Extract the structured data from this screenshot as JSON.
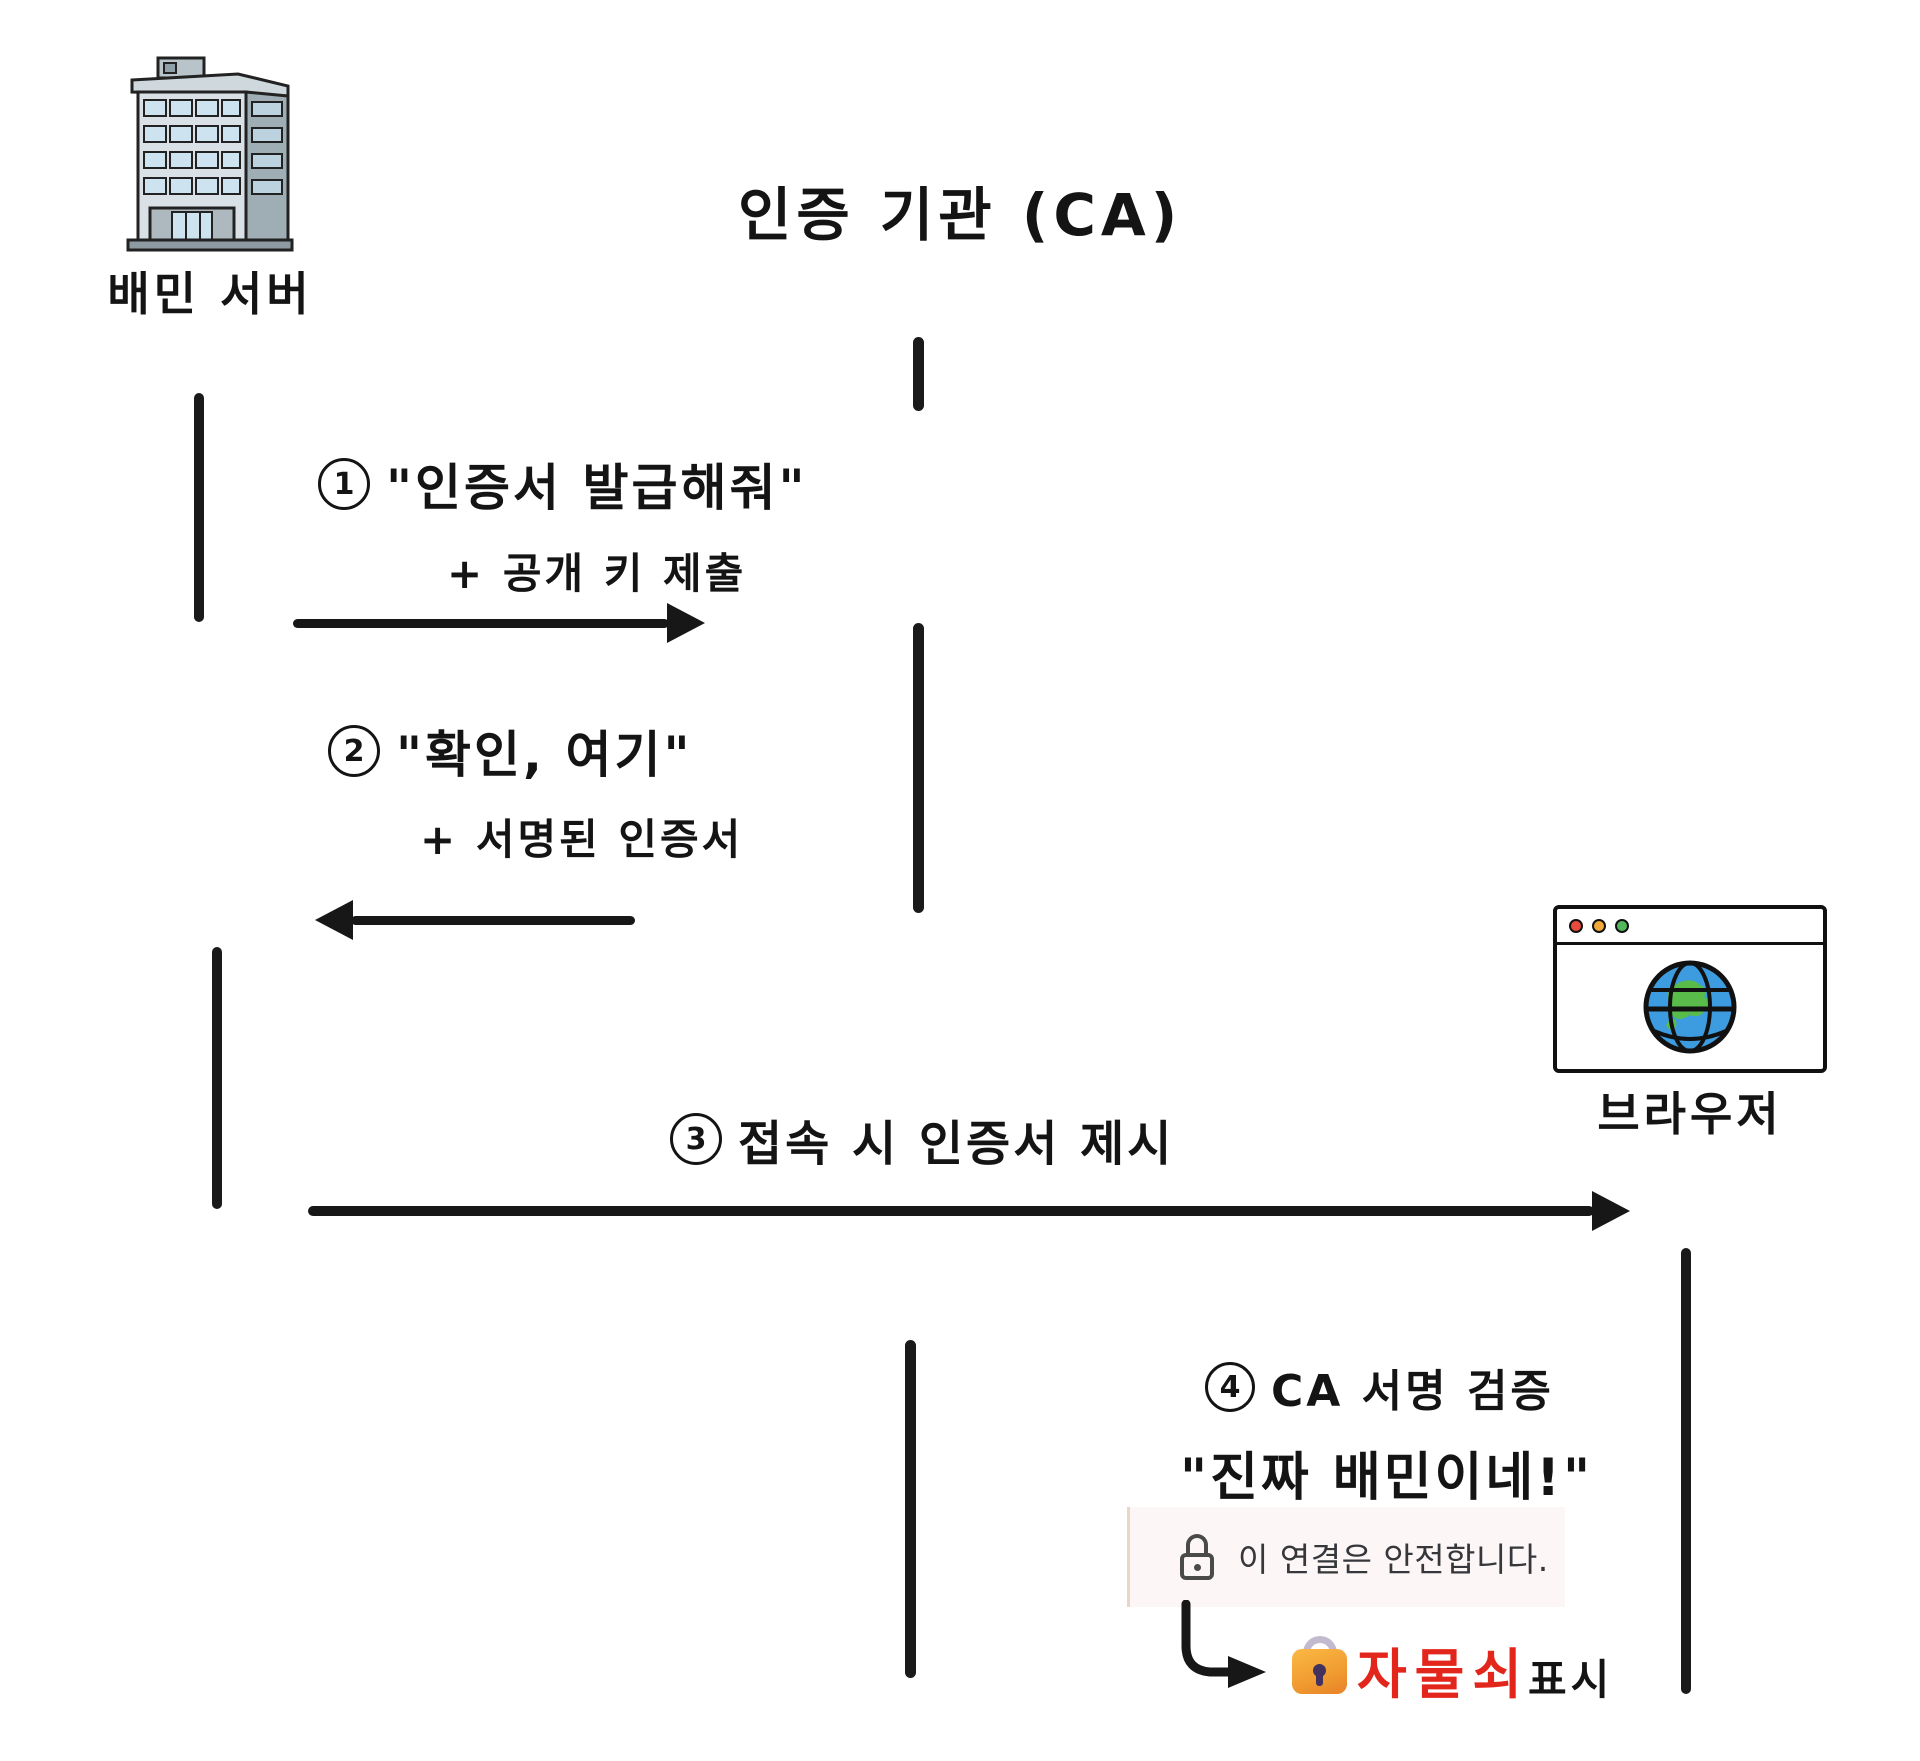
{
  "diagram": {
    "server": {
      "label": "배민 서버"
    },
    "ca": {
      "title": "인증 기관 (CA)"
    },
    "browser": {
      "label": "브라우저"
    },
    "steps": [
      {
        "num": "1",
        "line1": "\"인증서 발급해줘\"",
        "line2": "+ 공개 키 제출"
      },
      {
        "num": "2",
        "line1": "\"확인, 여기\"",
        "line2": "+ 서명된 인증서"
      },
      {
        "num": "3",
        "line1": "접속 시 인증서 제시"
      },
      {
        "num": "4",
        "line1": "CA 서명 검증",
        "line2": "\"진짜 배민이네!\""
      }
    ],
    "secure_banner": {
      "text": "이 연결은 안전합니다."
    },
    "lock_caption": {
      "red": "자물쇠",
      "black": "표시"
    },
    "colors": {
      "ink": "#141414",
      "caption_red": "#e3261c",
      "banner_bg": "#fcf6f7",
      "banner_border": "#e9d7c3",
      "dot_red": "#e84b3c",
      "dot_yellow": "#f2a93b",
      "dot_green": "#52b85a",
      "globe_blue": "#3d9ce0",
      "globe_green": "#59bb49",
      "lock_orange": "#f09b2f",
      "lock_shackle": "#c4bacf",
      "lock_keyhole": "#44325e"
    }
  }
}
